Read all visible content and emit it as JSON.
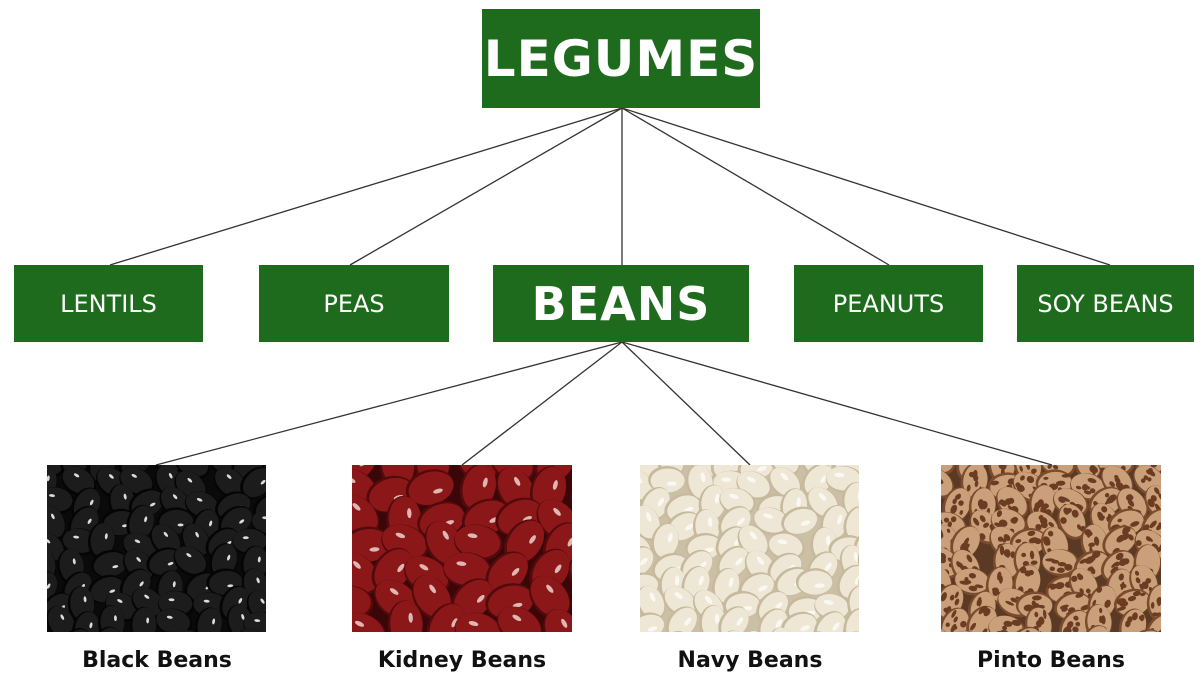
{
  "root": {
    "label": "LEGUMES"
  },
  "categories": [
    {
      "key": "lentils",
      "label": "LENTILS"
    },
    {
      "key": "peas",
      "label": "PEAS"
    },
    {
      "key": "beans",
      "label": "BEANS"
    },
    {
      "key": "peanuts",
      "label": "PEANUTS"
    },
    {
      "key": "soy",
      "label": "SOY BEANS"
    }
  ],
  "beans": [
    {
      "key": "black",
      "label": "Black Beans",
      "colors": {
        "bg": "#0a0a0a",
        "bean": "#1c1c1c",
        "shade": "#050505",
        "spot": "#f2f2f2"
      }
    },
    {
      "key": "kidney",
      "label": "Kidney Beans",
      "colors": {
        "bg": "#3b0608",
        "bean": "#8c1719",
        "shade": "#520a0c",
        "spot": "#e7c9c4"
      }
    },
    {
      "key": "navy",
      "label": "Navy Beans",
      "colors": {
        "bg": "#cbbfa6",
        "bean": "#efe7d6",
        "shade": "#c7b99c",
        "spot": "#ffffff"
      }
    },
    {
      "key": "pinto",
      "label": "Pinto Beans",
      "colors": {
        "bg": "#5a3a24",
        "bean": "#c9a07a",
        "shade": "#7a4b2c",
        "spot": "#6b3b22"
      }
    }
  ],
  "colors": {
    "box": "#1e6b1e",
    "box_text": "#ffffff",
    "line": "#333333"
  }
}
